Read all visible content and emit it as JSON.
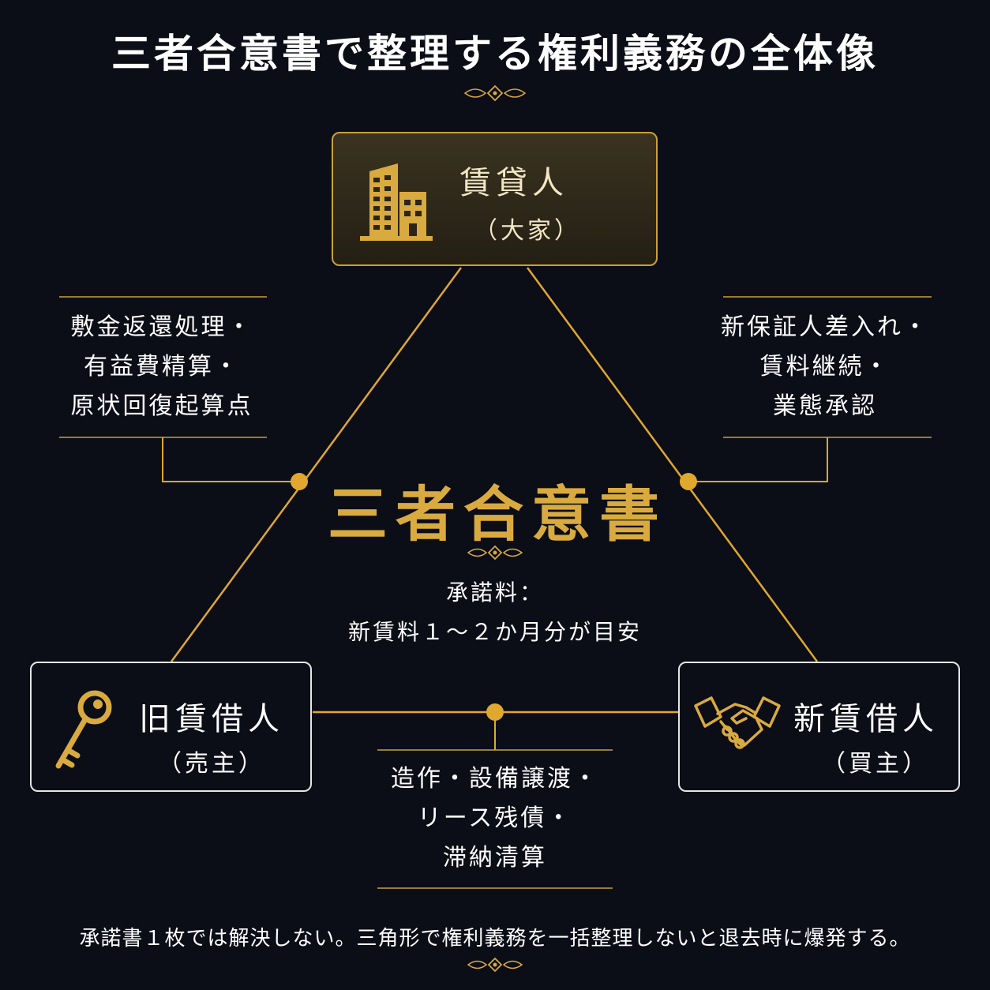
{
  "title": "三者合意書で整理する権利義務の全体像",
  "center": {
    "title": "三者合意書",
    "fee_label": "承諾料：",
    "fee_value": "新賃料１〜２か月分が目安"
  },
  "parties": {
    "landlord": {
      "name": "賃貸人",
      "sub": "（大家）",
      "icon": "building-icon"
    },
    "old_tenant": {
      "name": "旧賃借人",
      "sub": "（売主）",
      "icon": "key-icon"
    },
    "new_tenant": {
      "name": "新賃借人",
      "sub": "（買主）",
      "icon": "handshake-icon"
    }
  },
  "notes": {
    "left": [
      "敷金返還処理・",
      "有益費精算・",
      "原状回復起算点"
    ],
    "right": [
      "新保証人差入れ・",
      "賃料継続・",
      "業態承認"
    ],
    "bottom": [
      "造作・設備譲渡・",
      "リース残債・",
      "滞納清算"
    ]
  },
  "footer": "承諾書１枚では解決しない。三角形で権利義務を一括整理しないと退去時に爆発する。",
  "colors": {
    "gold": "#d9aa3f",
    "line": "#e0a82e",
    "background": "#0b0d17",
    "box_border": "#e6e6e6"
  }
}
